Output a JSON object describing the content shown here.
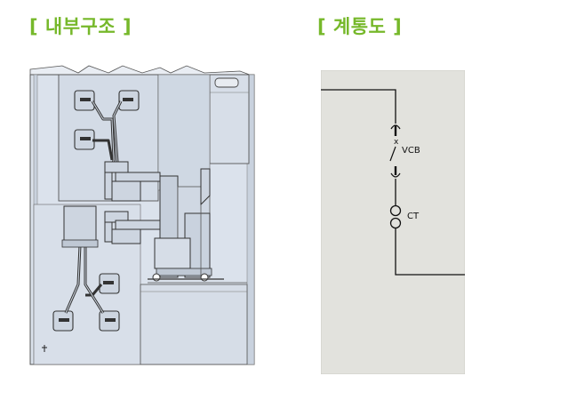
{
  "titles": {
    "internal_structure": "[ 내부구조 ]",
    "single_line_diagram": "[ 계통도 ]"
  },
  "single_line": {
    "vcb_label": "VCB",
    "ct_label": "CT"
  },
  "colors": {
    "title_green": "#76b82a",
    "panel_fill": "#dbe2ec",
    "panel_fill_dark": "#c9d2de",
    "line_dark": "#444444",
    "diagram_background": "#e2e2dd"
  }
}
